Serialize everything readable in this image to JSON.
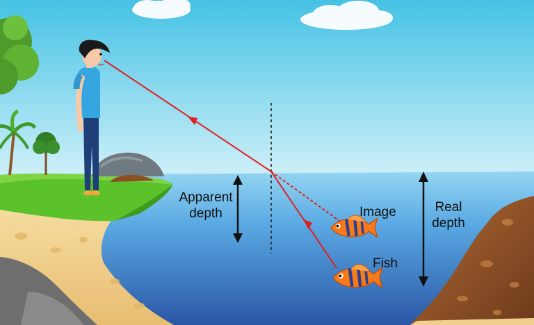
{
  "labels": {
    "apparent_depth_line1": "Apparent",
    "apparent_depth_line2": "depth",
    "real_depth_line1": "Real",
    "real_depth_line2": "depth",
    "image": "Image",
    "fish": "Fish"
  },
  "colors": {
    "sky_top": "#48c4e6",
    "sky_bottom": "#c9eef8",
    "water_surface": "#8fd3f0",
    "water_deep": "#2e5fb0",
    "ray": "#e01f1f",
    "arrow": "#111111",
    "grass": "#5cc22c",
    "sand": "#f0cf8e",
    "rock": "#6e6e6e",
    "bank_soil": "#9b5a2e",
    "fish_body": "#f47a1c",
    "shirt": "#35a6df",
    "pants": "#1f3f78"
  },
  "icons": {
    "observer": "boy-icon",
    "fish": "fish-icon",
    "image_fish": "fish-image-icon",
    "cloud": "cloud-icon",
    "palm_tree": "palm-tree-icon",
    "tree": "tree-icon"
  }
}
